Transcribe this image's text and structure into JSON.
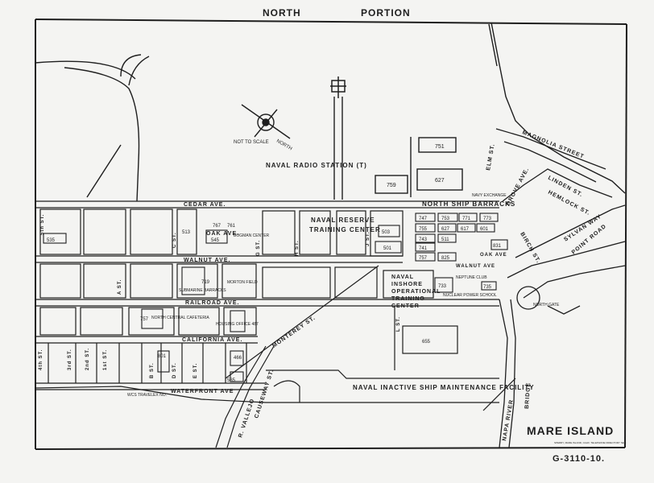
{
  "map": {
    "header": "NORTH PORTION",
    "place_title": "MARE ISLAND",
    "sheet_number": "G-3110-10.",
    "compass_note": "NOT TO SCALE",
    "compass_north": "NORTH",
    "fine_print": "SPERRY, MARE ISLAND, CALIF. TELEPHONE DIRECTORY SER."
  },
  "areas": {
    "radio_station": "NAVAL RADIO STATION (T)",
    "north_ship_barracks": "NORTH SHIP BARRACKS",
    "navy_exchange": "NAVY EXCHANGE",
    "reserve_center_1": "NAVAL RESERVE",
    "reserve_center_2": "TRAINING CENTER",
    "inshore_1": "NAVAL",
    "inshore_2": "INSHORE",
    "inshore_3": "OPERATIONAL",
    "inshore_4": "TRAINING",
    "inshore_5": "CENTER",
    "inactive_ship": "NAVAL INACTIVE SHIP MAINTENANCE FACILITY",
    "bogman_center": "BOGMAN CENTER",
    "submarine_barracks": "SUBMARINE BARRACKS",
    "morton_field": "MORTON FIELD",
    "north_cafeteria": "NORTH CENTRAL CAFETERIA",
    "housing_office": "HOUSING OFFICE 487",
    "neptune_club": "NEPTUNE CLUB",
    "nuclear_power_school": "NUCLEAR POWER SCHOOL",
    "north_gate": "NORTH GATE",
    "wcs_travelex": "WCS TRAVELEX NO."
  },
  "streets": {
    "cedar": "CEDAR AVE.",
    "oak": "OAK AVE.",
    "walnut": "WALNUT AVE.",
    "railroad": "RAILROAD AVE.",
    "california": "CALIFORNIA AVE.",
    "waterfront": "WATERFRONT AVE",
    "magnolia": "MAGNOLIA STREET",
    "elm": "ELM ST.",
    "linden": "LINDEN ST.",
    "hemlock": "HEMLOCK ST.",
    "birch": "BIRCH ST.",
    "sylvan": "SYLVAN WAY",
    "grove": "GROVE AVE.",
    "point_road": "POINT ROAD",
    "h_st": "H ST.",
    "g_st": "G ST.",
    "c_st": "C ST.",
    "a_st": "A ST.",
    "b_st": "B ST.",
    "d_st": "D ST.",
    "e_st": "E ST.",
    "j_st": "J ST.",
    "l_st": "L ST.",
    "first_st": "1st ST.",
    "second_st": "2nd ST.",
    "third_st": "3rd ST.",
    "fourth_st": "4th ST.",
    "fifth_st": "5th ST.",
    "walnut_ave_e": "WALNUT AVE",
    "oak_ave_e": "OAK AVE",
    "causeway": "CAUSEWAY ST.",
    "causeway_2": "R. VALLEJO",
    "river_1": "NAPA RIVER",
    "bridge": "BRIDGE",
    "diag_road": "MONTEREY ST."
  },
  "buildings": {
    "b751": "751",
    "b627": "627",
    "b759": "759",
    "b535": "535",
    "b545": "545",
    "b513": "513",
    "b503": "503",
    "b501": "501",
    "b747": "747",
    "b753": "753",
    "b771": "771",
    "b773": "773",
    "b755": "755",
    "b627b": "627",
    "b511": "511",
    "b743": "743",
    "b741": "741",
    "b757": "757",
    "b825": "825",
    "b733": "733",
    "b735": "735",
    "b655": "655",
    "b767": "767",
    "b761": "761",
    "b466": "466",
    "b585": "585",
    "b801": "801",
    "b719": "719",
    "b757b": "757",
    "b831": "831",
    "b601": "601",
    "b617": "617"
  }
}
